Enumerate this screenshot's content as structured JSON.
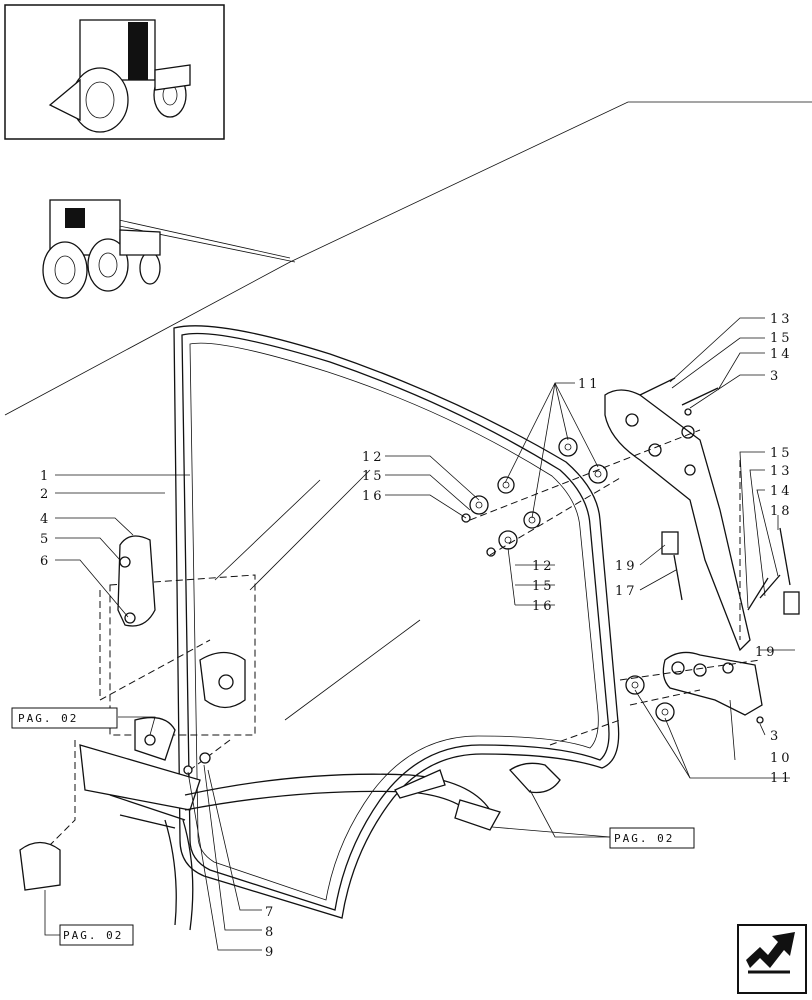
{
  "callouts": {
    "c1": "1",
    "c2": "2",
    "c4": "4",
    "c5": "5",
    "c6": "6",
    "c7": "7",
    "c8": "8",
    "c9": "9",
    "c10": "10",
    "c11_top": "11",
    "c11_bottom": "11",
    "c12_a": "12",
    "c12_b": "12",
    "c13_a": "13",
    "c13_b": "13",
    "c14_a": "14",
    "c14_b": "14",
    "c15_a": "15",
    "c15_b": "15",
    "c15_c": "15",
    "c15_d": "15",
    "c16_a": "16",
    "c16_b": "16",
    "c17": "17",
    "c18": "18",
    "c19_a": "19",
    "c19_b": "19",
    "c3_a": "3",
    "c3_b": "3"
  },
  "page_refs": {
    "left_mid": "PAG. 02",
    "left_bottom": "PAG. 02",
    "right_bottom": "PAG. 02"
  },
  "icons": {
    "thumbnail": "tractor-thumbnail-icon",
    "detail_tractor": "tractor-detail-icon",
    "nav": "next-page-arrow-icon"
  }
}
